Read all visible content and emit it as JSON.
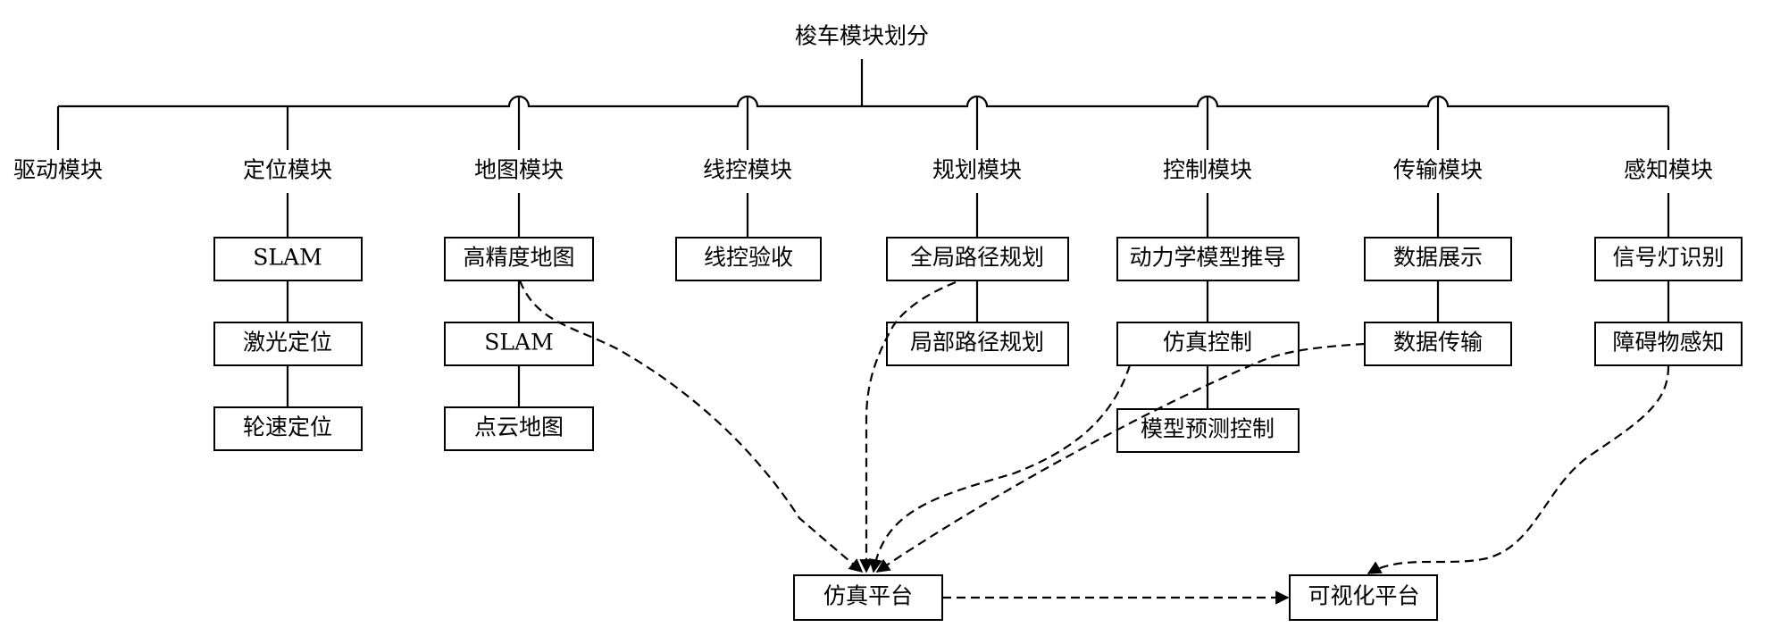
{
  "root": "梭车模块划分",
  "modules": [
    {
      "name": "驱动模块",
      "items": []
    },
    {
      "name": "定位模块",
      "items": [
        "SLAM",
        "激光定位",
        "轮速定位"
      ]
    },
    {
      "name": "地图模块",
      "items": [
        "高精度地图",
        "SLAM",
        "点云地图"
      ]
    },
    {
      "name": "线控模块",
      "items": [
        "线控验收"
      ]
    },
    {
      "name": "规划模块",
      "items": [
        "全局路径规划",
        "局部路径规划"
      ]
    },
    {
      "name": "控制模块",
      "items": [
        "动力学模型推导",
        "仿真控制",
        "模型预测控制"
      ]
    },
    {
      "name": "传输模块",
      "items": [
        "数据展示",
        "数据传输"
      ]
    },
    {
      "name": "感知模块",
      "items": [
        "信号灯识别",
        "障碍物感知"
      ]
    }
  ],
  "platforms": {
    "simulation": "仿真平台",
    "visualization": "可视化平台"
  }
}
